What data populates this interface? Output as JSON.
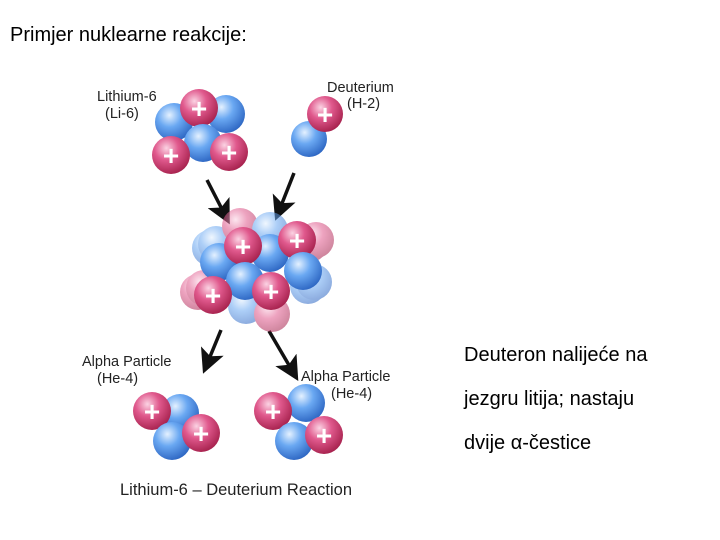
{
  "slide": {
    "title": "Primjer nuklearne reakcije:",
    "description_lines": [
      "Deuteron nalijeće na",
      "jezgru litija; nastaju",
      "dvije α-čestice"
    ]
  },
  "diagram": {
    "lithium_label": [
      "Lithium-6",
      "(Li-6)"
    ],
    "deuterium_label": [
      "Deuterium",
      "(H-2)"
    ],
    "alpha_left_label": [
      "Alpha Particle",
      "(He-4)"
    ],
    "alpha_right_label": [
      "Alpha Particle",
      "(He-4)"
    ],
    "caption": "Lithium-6 – Deuterium Reaction",
    "proton_symbol": "+"
  },
  "colors": {
    "proton": "#d9457a",
    "neutron": "#5b9df0",
    "arrow": "#111111"
  }
}
